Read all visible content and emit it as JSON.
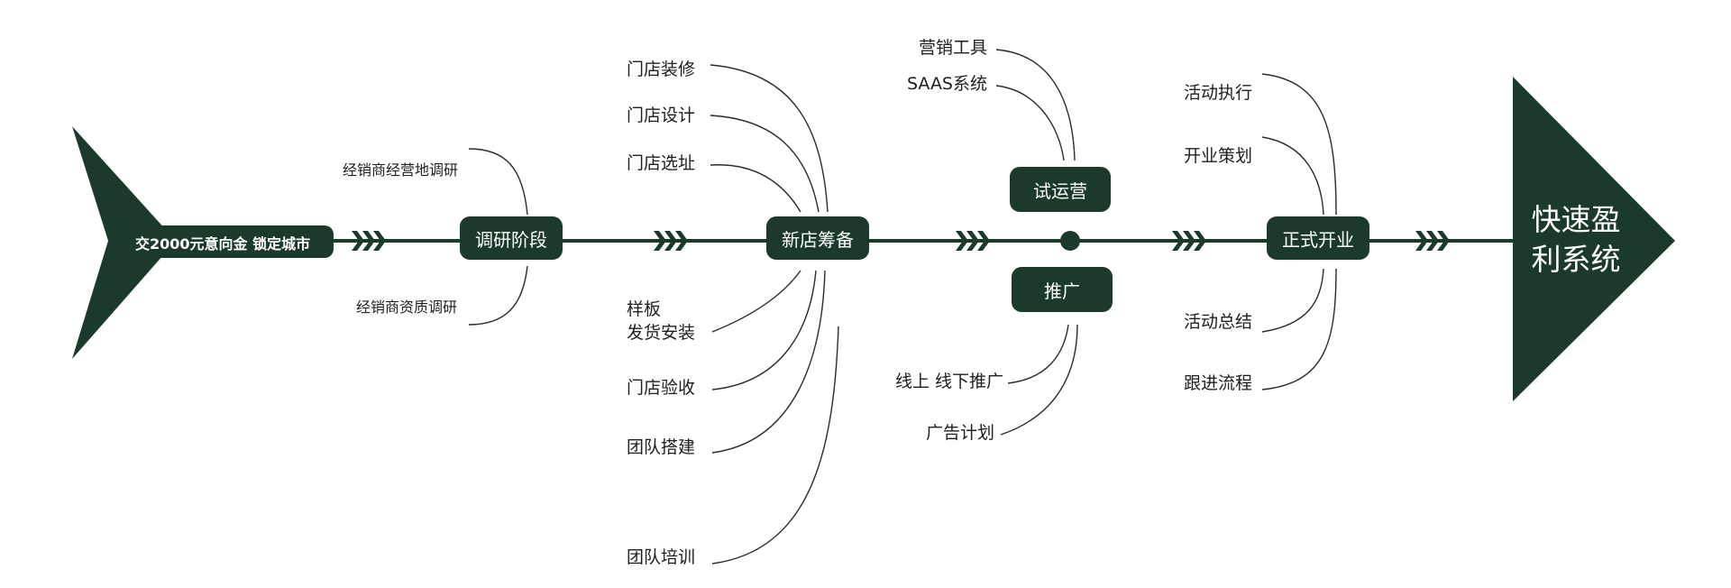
{
  "colors": {
    "primary": "#1b3a2b",
    "line": "#2b2b2b",
    "text": "#1e1e1e"
  },
  "start": {
    "text": "交2000元意向金 锁定城市"
  },
  "end": {
    "line1": "快速盈",
    "line2": "利系统"
  },
  "stages": {
    "research": {
      "title": "调研阶段",
      "items": [
        "经销商经营地调研",
        "经销商资质调研"
      ]
    },
    "prep": {
      "title": "新店筹备",
      "items": [
        "门店装修",
        "门店设计",
        "门店选址",
        "样板",
        "发货安装",
        "门店验收",
        "团队搭建",
        "团队培训"
      ]
    },
    "trial": {
      "title": "试运营",
      "items": [
        "营销工具",
        "SAAS系统"
      ]
    },
    "promo": {
      "title": "推广",
      "items": [
        "线上 线下推广",
        "广告计划"
      ]
    },
    "open": {
      "title": "正式开业",
      "items": [
        "活动执行",
        "开业策划",
        "活动总结",
        "跟进流程"
      ]
    }
  }
}
